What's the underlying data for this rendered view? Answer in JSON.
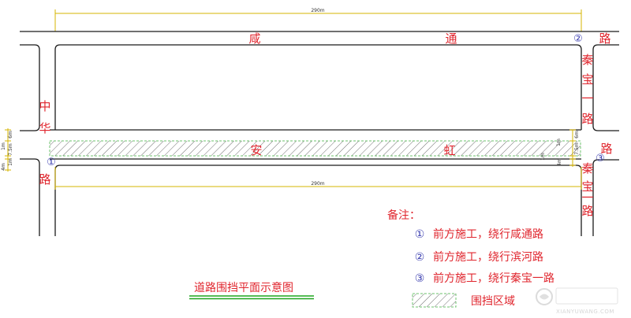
{
  "title": "道路围挡平面示意图",
  "dimensions": {
    "top": "290m",
    "bottom": "290m",
    "left": [
      "6m",
      "1m",
      "7.5m",
      "1m",
      "4m"
    ],
    "right": [
      "6m",
      "1m",
      "7.5m",
      "1m",
      "4m"
    ]
  },
  "roads": {
    "xiantong": {
      "chars": [
        "咸",
        "通",
        "路"
      ],
      "marker": "②"
    },
    "anhong": {
      "chars": [
        "安",
        "虹",
        "路"
      ],
      "marker_left": "①",
      "marker_right": "③"
    },
    "zhonghua": {
      "chars": [
        "中",
        "华",
        "路"
      ]
    },
    "qinbao_upper": {
      "chars": [
        "秦",
        "宝",
        "一",
        "路"
      ]
    },
    "qinbao_lower": {
      "chars": [
        "秦",
        "宝",
        "一",
        "路"
      ]
    }
  },
  "legend": {
    "heading": "备注：",
    "items": [
      {
        "marker": "①",
        "text": "前方施工，绕行咸通路"
      },
      {
        "marker": "②",
        "text": "前方施工，绕行滨河路"
      },
      {
        "marker": "③",
        "text": "前方施工，绕行秦宝一路"
      }
    ],
    "hatch_label": "围挡区域"
  },
  "watermark": {
    "url": "XIANYUWANG.COM"
  },
  "colors": {
    "text_red": "#e0262e",
    "marker_blue": "#3b3fb0",
    "dimension_yellow": "#d6b400",
    "hatch_green": "#6cc36c",
    "underline_green": "#1fa51f",
    "edge_black": "#1a1a1a"
  }
}
